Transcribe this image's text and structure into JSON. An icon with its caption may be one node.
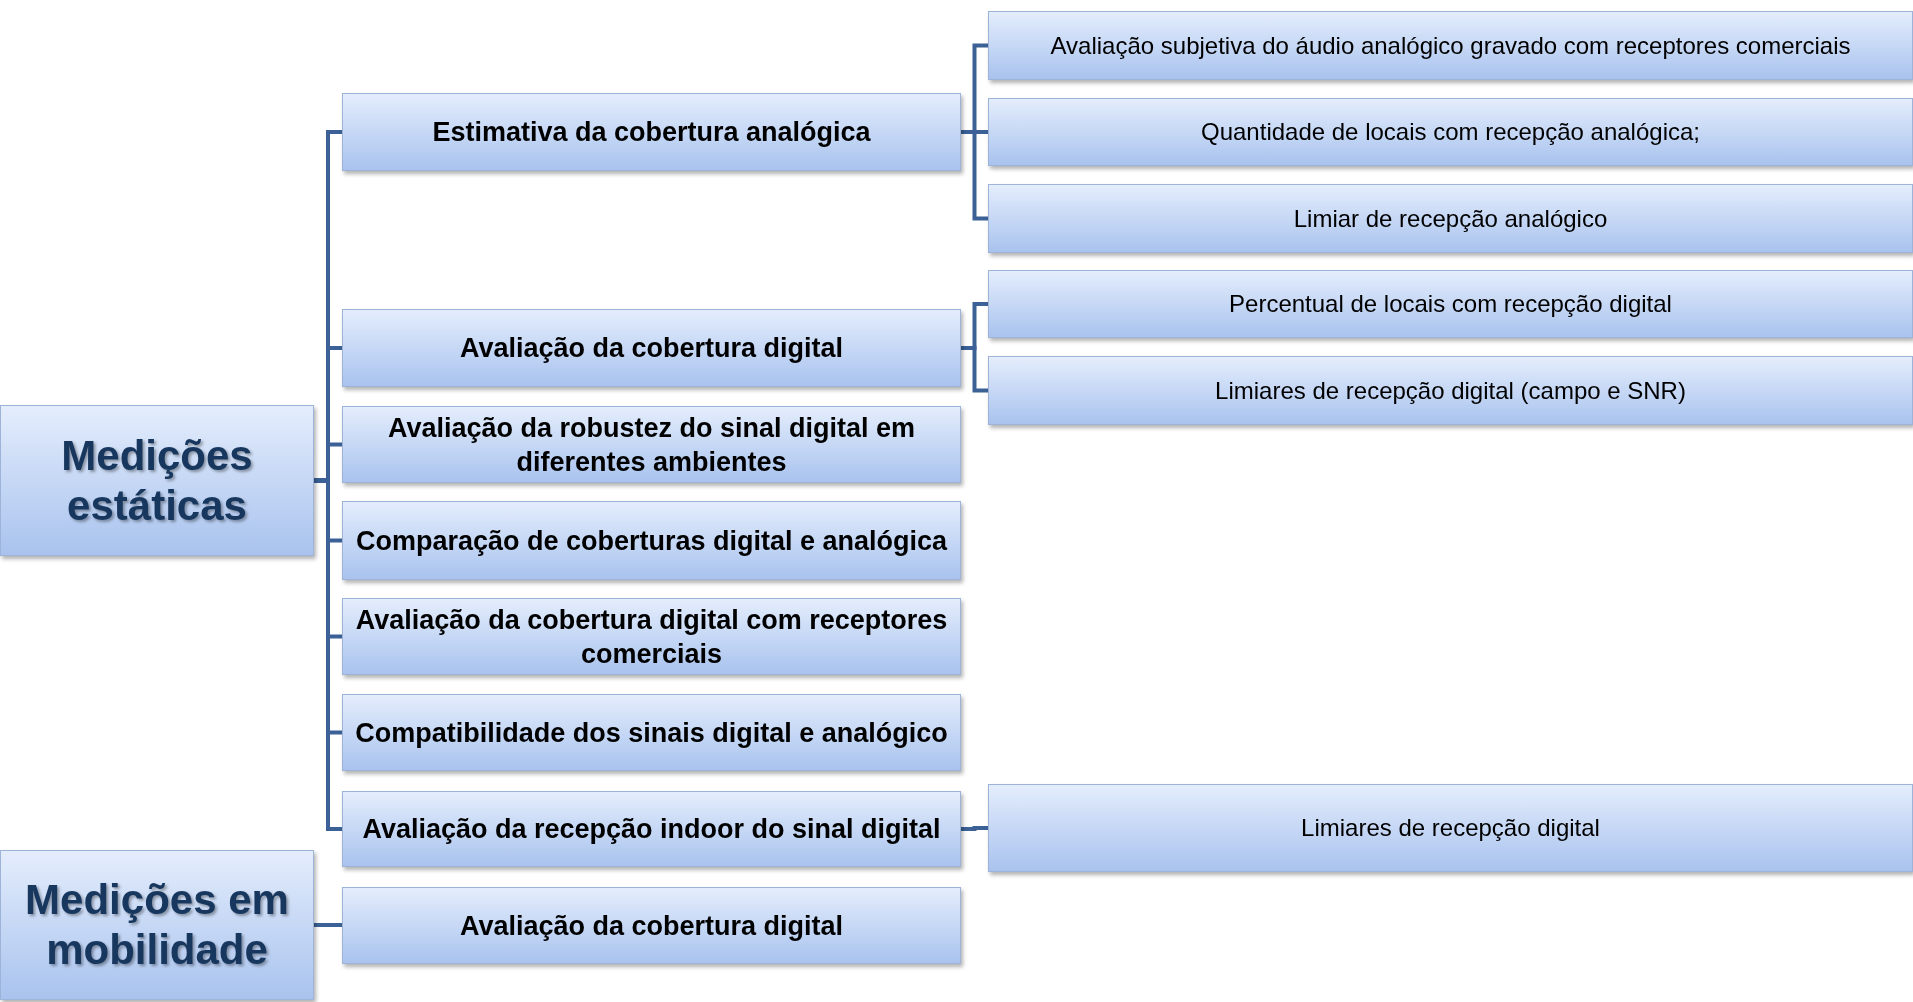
{
  "diagram": {
    "nodes": [
      {
        "text": [
          "Medições estáticas"
        ]
      },
      {
        "text": [
          "Estimativa da cobertura analógica"
        ]
      },
      {
        "text": [
          "Avaliação subjetiva do áudio analógico gravado com receptores comerciais"
        ]
      },
      {
        "text": [
          "Quantidade de locais com recepção analógica;"
        ]
      },
      {
        "text": [
          "Limiar de recepção analógico"
        ]
      },
      {
        "text": [
          "Avaliação da cobertura digital"
        ]
      },
      {
        "text": [
          "Percentual de locais com recepção digital"
        ]
      },
      {
        "text": [
          "Limiares de recepção digital (campo e SNR)"
        ]
      },
      {
        "text": [
          "Avaliação da robustez do sinal digital em diferentes ambientes"
        ]
      },
      {
        "text": [
          "Comparação de coberturas digital e analógica"
        ]
      },
      {
        "text": [
          "Avaliação da cobertura digital com receptores comerciais"
        ]
      },
      {
        "text": [
          "Compatibilidade dos sinais digital e analógico"
        ]
      },
      {
        "text": [
          "Avaliação da recepção indoor do sinal digital"
        ]
      },
      {
        "text": [
          "Limiares de recepção digital"
        ]
      },
      {
        "text": [
          "Medições em mobilidade"
        ]
      },
      {
        "text": [
          "Avaliação da cobertura digital"
        ]
      }
    ],
    "edges": [
      {
        "from": 0,
        "to": 1,
        "arrow": "none"
      },
      {
        "from": 0,
        "to": 5,
        "arrow": "none"
      },
      {
        "from": 0,
        "to": 8,
        "arrow": "none"
      },
      {
        "from": 0,
        "to": 9,
        "arrow": "none"
      },
      {
        "from": 0,
        "to": 10,
        "arrow": "none"
      },
      {
        "from": 0,
        "to": 11,
        "arrow": "none"
      },
      {
        "from": 0,
        "to": 12,
        "arrow": "none"
      },
      {
        "from": 1,
        "to": 2,
        "arrow": "none"
      },
      {
        "from": 1,
        "to": 3,
        "arrow": "none"
      },
      {
        "from": 1,
        "to": 4,
        "arrow": "none"
      },
      {
        "from": 5,
        "to": 6,
        "arrow": "none"
      },
      {
        "from": 5,
        "to": 7,
        "arrow": "none"
      },
      {
        "from": 12,
        "to": 13,
        "arrow": "none"
      },
      {
        "from": 14,
        "to": 15,
        "arrow": "none"
      }
    ]
  }
}
